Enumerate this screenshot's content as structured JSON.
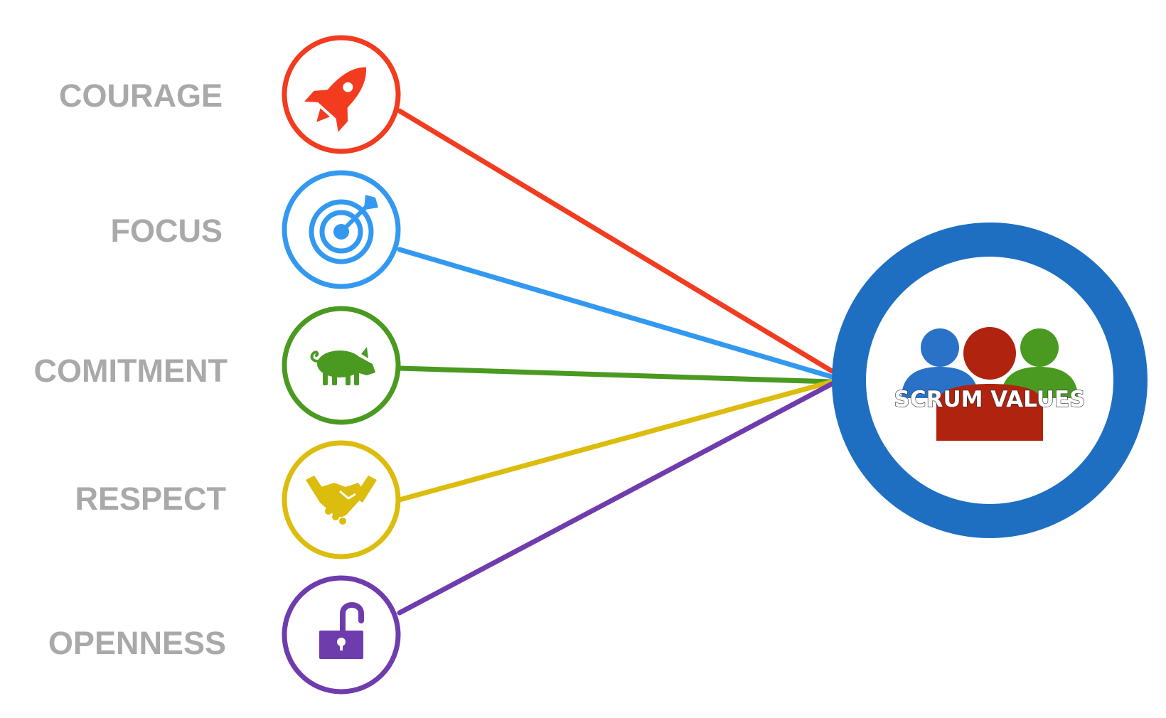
{
  "center": {
    "label": "SCRUM VALUES",
    "ring_color": "#1e6fc2",
    "icon": "team-people-icon",
    "people_colors": {
      "left": "#2a72c8",
      "middle": "#b0230f",
      "right": "#4a9a21"
    }
  },
  "values": [
    {
      "label": "COURAGE",
      "color": "#f23b1f",
      "icon": "rocket-icon"
    },
    {
      "label": "FOCUS",
      "color": "#3399f0",
      "icon": "target-icon"
    },
    {
      "label": "COMITMENT",
      "color": "#4a9a21",
      "icon": "pig-icon"
    },
    {
      "label": "RESPECT",
      "color": "#dcbc0c",
      "icon": "handshake-icon"
    },
    {
      "label": "OPENNESS",
      "color": "#6f3cae",
      "icon": "unlocked-padlock-icon"
    }
  ],
  "label_color": "#a9a9a9"
}
